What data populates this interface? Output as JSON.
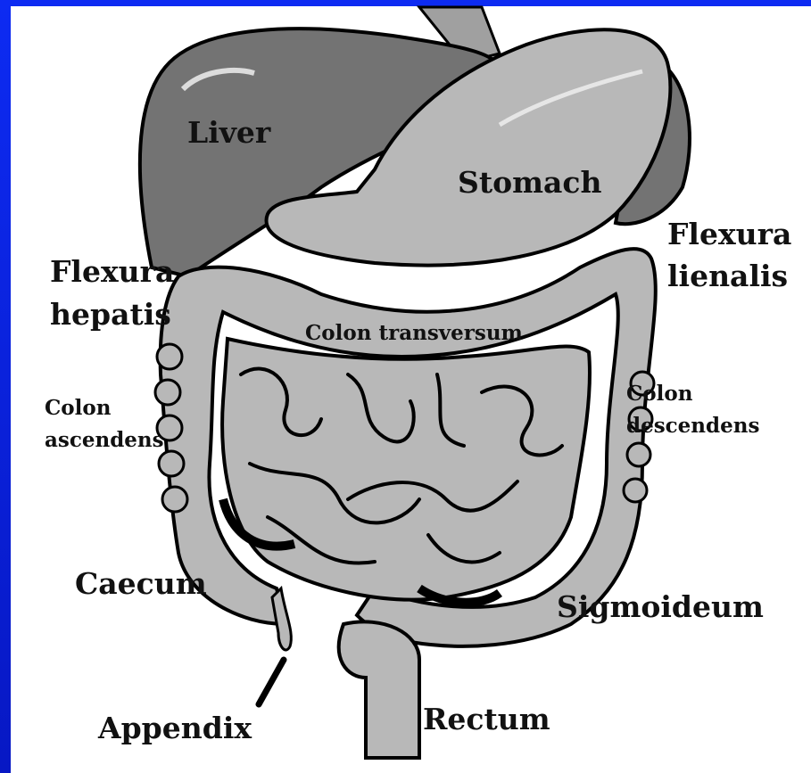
{
  "colors": {
    "background_blue": "#0a1fd8",
    "organ_fill": "#b8b8b8",
    "liver_fill": "#737373",
    "outline": "#000000"
  },
  "labels": {
    "liver": "Liver",
    "stomach": "Stomach",
    "flexura_lienalis_1": "Flexura",
    "flexura_lienalis_2": "lienalis",
    "flexura_hepatis_1": "Flexura",
    "flexura_hepatis_2": "hepatis",
    "colon_transversum": "Colon transversum",
    "colon_ascendens_1": "Colon",
    "colon_ascendens_2": "ascendens",
    "colon_descendens_1": "Colon",
    "colon_descendens_2": "descendens",
    "caecum": "Caecum",
    "sigmoideum": "Sigmoideum",
    "appendix": "Appendix",
    "rectum": "Rectum"
  }
}
